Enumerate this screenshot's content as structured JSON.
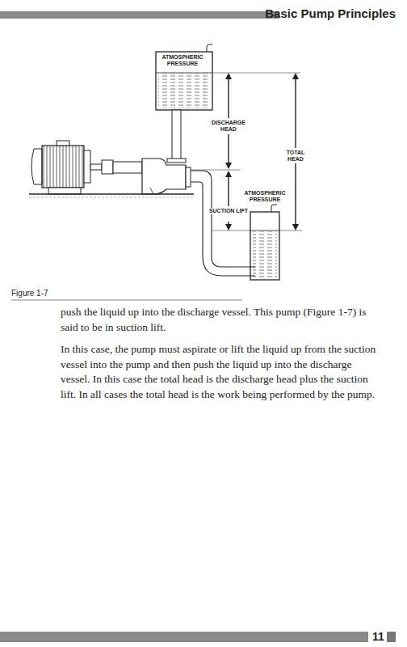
{
  "diagram": {
    "title": "Basic Pump Principles",
    "caption": "Figure 1-7",
    "labels": [
      "ATMOSPHERIC PRESSURE",
      "DISCHARGE HEAD",
      "TOTAL HEAD",
      "ATMOSPHERIC PRESSURE",
      "SUCTION LIFT",
      "push the liquid up into the discharge vessel. This pump (Figure 1-7) is said to be in suction lift.",
      "In this case, the pump must aspirate or lift the liquid up from the suction vessel into the pump and then push the liquid up into the discharge vessel. In this case the total head is the discharge head plus the suction lift. In all cases the total head is the work being performed by the pump.",
      "11"
    ]
  }
}
